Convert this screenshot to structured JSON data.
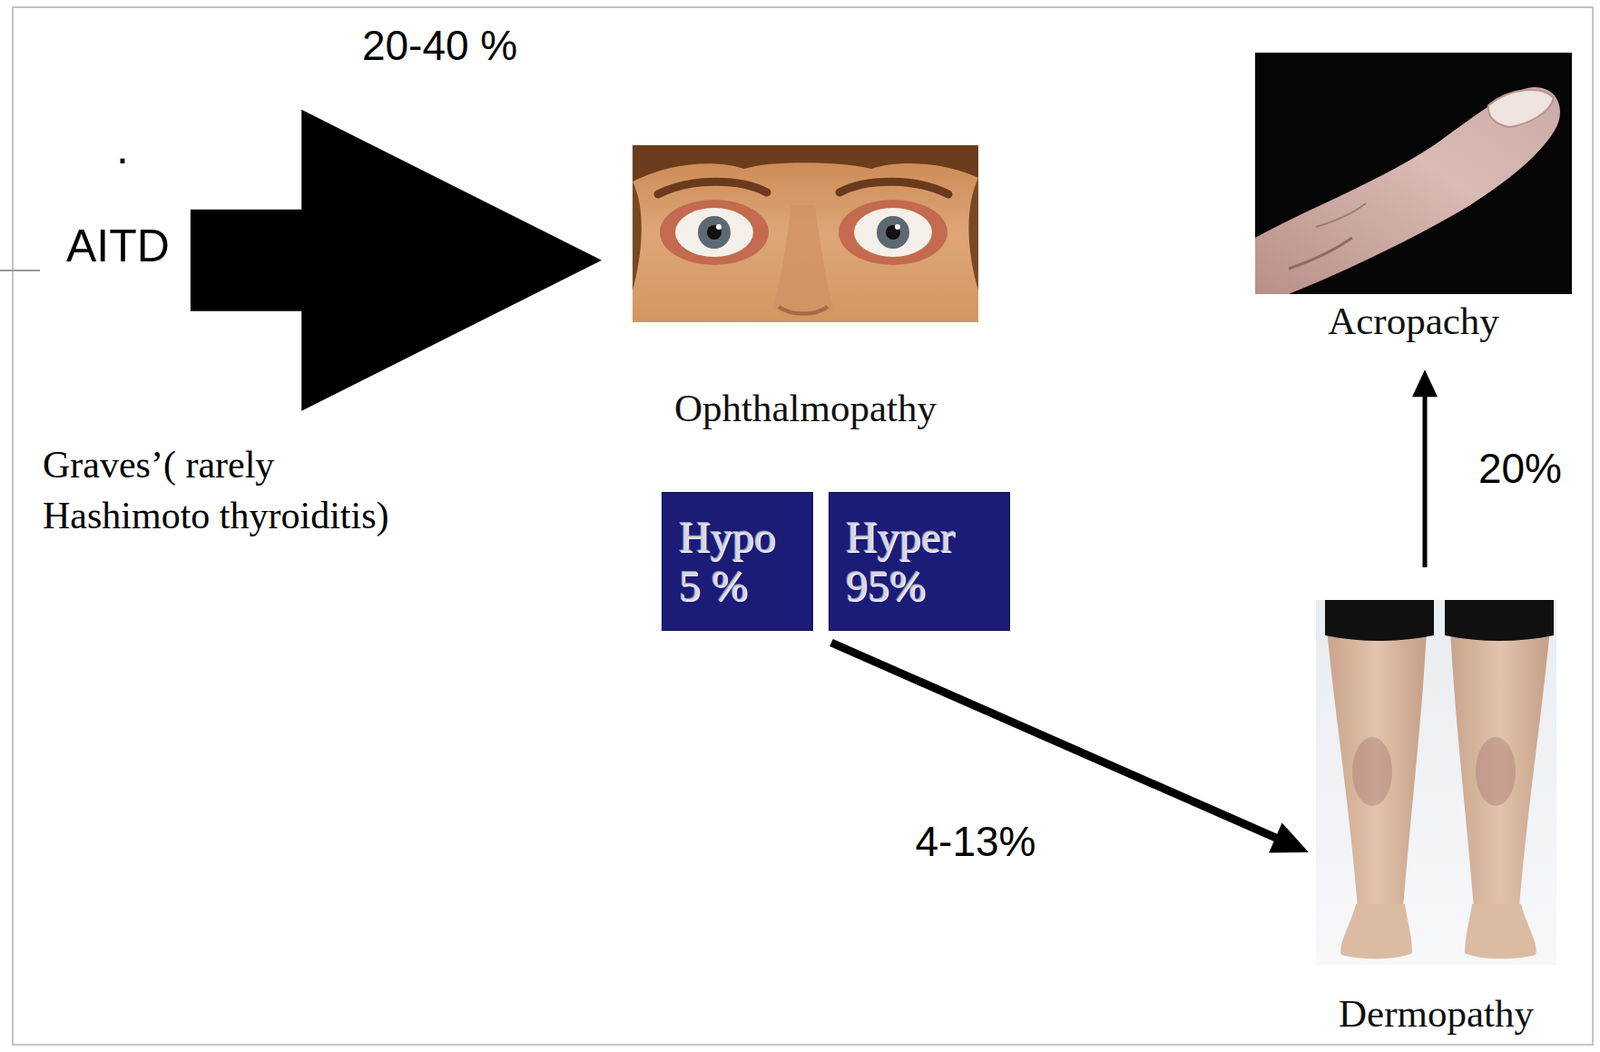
{
  "diagram": {
    "nodes": [
      {
        "text": [
          "AITD"
        ]
      },
      {
        "text": [
          "Ophthalmopathy"
        ]
      },
      {
        "text": [
          "Hypo 5 %"
        ]
      },
      {
        "text": [
          "Hyper 95%"
        ]
      },
      {
        "text": [
          "Dermopathy"
        ]
      },
      {
        "text": [
          "Acropachy"
        ]
      }
    ],
    "edges": [
      {
        "from": 0,
        "to": 1,
        "arrow": "to",
        "label": "20-40 %"
      },
      {
        "from": 3,
        "to": 4,
        "arrow": "to",
        "label": "4-13%"
      },
      {
        "from": 4,
        "to": 5,
        "arrow": "to",
        "label": "20%"
      }
    ],
    "labels": [
      ".",
      "Graves’( rarely Hashimoto thyroiditis)"
    ]
  }
}
